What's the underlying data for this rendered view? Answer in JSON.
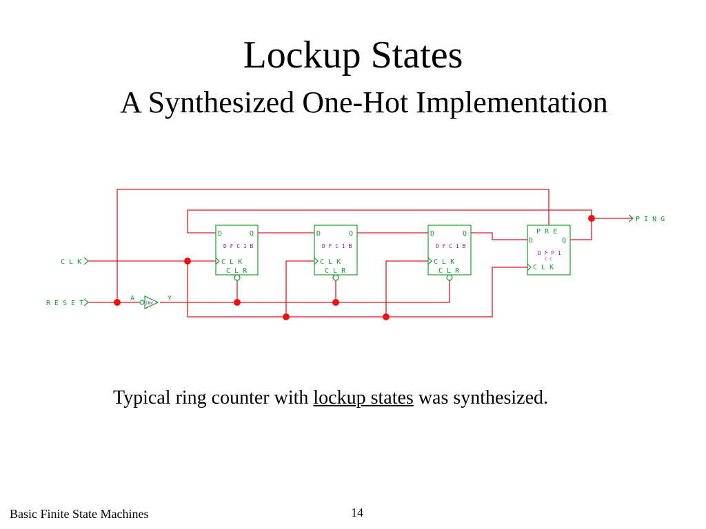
{
  "slide": {
    "title": "Lockup States",
    "subtitle": "A Synthesized One-Hot Implementation",
    "caption": {
      "before": "Typical ring counter with ",
      "link": "lockup states",
      "after": " was synthesized."
    },
    "footer_left": "Basic Finite State Machines",
    "page_number": "14"
  },
  "schematic": {
    "inputs": {
      "clk": "C L K",
      "reset": "R E S E T"
    },
    "output": "P I N G",
    "inverter": {
      "in": "A",
      "out": "Y",
      "name": "INV"
    },
    "ff": {
      "d": "D",
      "q": "Q",
      "clk": "C L K",
      "clr": "C L R",
      "pre": "P R E",
      "type_clr": "D F C 1 B",
      "type_pre": "D F P 1",
      "sub": "C C"
    },
    "colors": {
      "wire": "#e0141e",
      "pin": "#169c2a",
      "part": "#8a1aa0",
      "dot": "#ee1111"
    }
  }
}
